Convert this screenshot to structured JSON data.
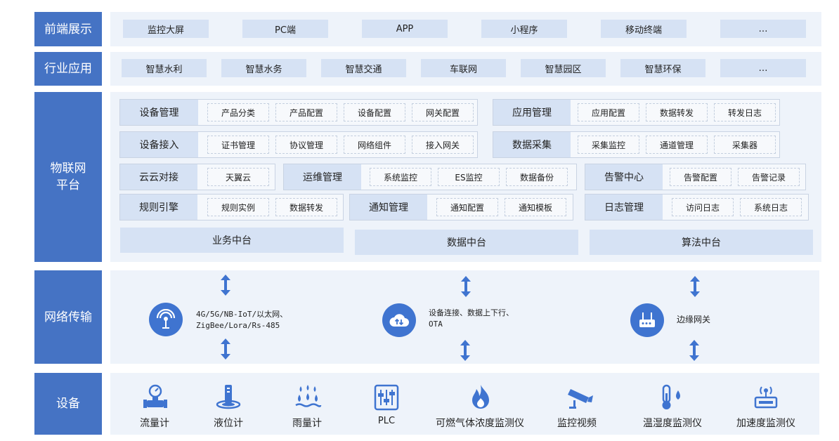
{
  "rows": {
    "frontend": {
      "label": "前端展示",
      "items": [
        "监控大屏",
        "PC端",
        "APP",
        "小程序",
        "移动终端",
        "…"
      ]
    },
    "industry": {
      "label": "行业应用",
      "items": [
        "智慧水利",
        "智慧水务",
        "智慧交通",
        "车联网",
        "智慧园区",
        "智慧环保",
        "…"
      ]
    },
    "platform": {
      "label": "物联网\n平台",
      "groups": {
        "device_mgmt": {
          "title": "设备管理",
          "subs": [
            "产品分类",
            "产品配置",
            "设备配置",
            "网关配置"
          ]
        },
        "app_mgmt": {
          "title": "应用管理",
          "subs": [
            "应用配置",
            "数据转发",
            "转发日志"
          ]
        },
        "device_access": {
          "title": "设备接入",
          "subs": [
            "证书管理",
            "协议管理",
            "网络组件",
            "接入网关"
          ]
        },
        "data_collect": {
          "title": "数据采集",
          "subs": [
            "采集监控",
            "通道管理",
            "采集器"
          ]
        },
        "cloud": {
          "title": "云云对接",
          "subs": [
            "天翼云"
          ]
        },
        "ops": {
          "title": "运维管理",
          "subs": [
            "系统监控",
            "ES监控",
            "数据备份"
          ]
        },
        "alarm": {
          "title": "告警中心",
          "subs": [
            "告警配置",
            "告警记录"
          ]
        },
        "rule": {
          "title": "规则引擎",
          "subs": [
            "规则实例",
            "数据转发"
          ]
        },
        "notify": {
          "title": "通知管理",
          "subs": [
            "通知配置",
            "通知模板"
          ]
        },
        "log": {
          "title": "日志管理",
          "subs": [
            "访问日志",
            "系统日志"
          ]
        }
      },
      "bars": [
        "业务中台",
        "数据中台",
        "算法中台"
      ]
    },
    "network": {
      "label": "网络传输",
      "items": [
        {
          "icon": "antenna-icon",
          "text": "4G/5G/NB-IoT/以太网、\nZigBee/Lora/Rs-485"
        },
        {
          "icon": "cloud-sync-icon",
          "text": "设备连接、数据上下行、\nOTA"
        },
        {
          "icon": "router-icon",
          "text": "边缘网关"
        }
      ]
    },
    "devices": {
      "label": "设备",
      "items": [
        {
          "icon": "flow-meter-icon",
          "name": "流量计"
        },
        {
          "icon": "level-meter-icon",
          "name": "液位计"
        },
        {
          "icon": "rain-gauge-icon",
          "name": "雨量计"
        },
        {
          "icon": "plc-icon",
          "name": "PLC"
        },
        {
          "icon": "flame-icon",
          "name": "可燃气体浓度监测仪"
        },
        {
          "icon": "camera-icon",
          "name": "监控视频"
        },
        {
          "icon": "thermometer-icon",
          "name": "温湿度监测仪"
        },
        {
          "icon": "vibration-icon",
          "name": "加速度监测仪"
        }
      ]
    }
  },
  "colors": {
    "label_bg": "#4573c4",
    "chip_bg": "#d6e2f4",
    "panel_bg": "#eef3fa",
    "icon": "#3f74d0"
  }
}
